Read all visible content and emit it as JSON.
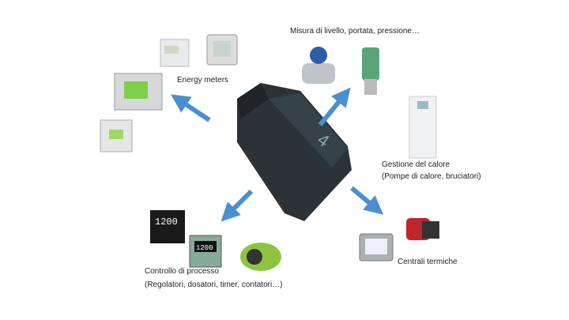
{
  "labels": {
    "measure": "Misura di livello, portata, pressione…",
    "energy": "Energy meters",
    "heat_title": "Gestione del calore",
    "heat_sub": "(Pompe di calore, bruciatori)",
    "thermal": "Centrali termiche",
    "process_title": "Controllo di processo",
    "process_sub": "(Regolatori, dosatori, timer, contatori…)"
  },
  "device_displays": {
    "controller": "1200",
    "controller_small": "1200"
  },
  "colors": {
    "arrow": "#4a90d0",
    "device": "#2b3338",
    "lcd_green": "#7ed04a"
  }
}
